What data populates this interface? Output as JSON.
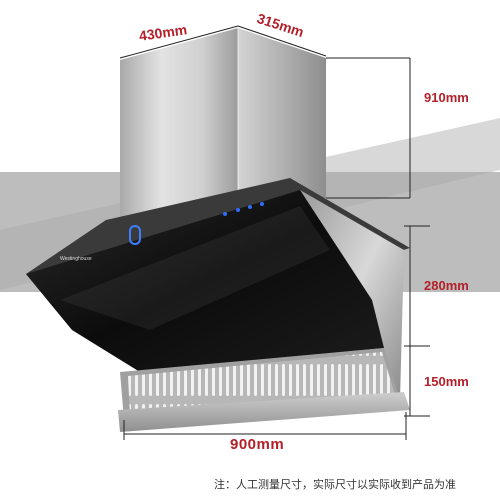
{
  "dimensions": {
    "chimney_width": "430mm",
    "chimney_depth": "315mm",
    "chimney_height": "910mm",
    "panel_height": "280mm",
    "base_height": "150mm",
    "total_width": "900mm"
  },
  "brand_mark": "Westinghouse",
  "footnote": "注：人工测量尺寸，实际尺寸以实际收到产品为准",
  "colors": {
    "dimension_text": "#b3202a",
    "wall_band": "#bdbdbd",
    "glass_panel": "#111111",
    "stainless": "#c9c9c9",
    "touch_light": "#2f6cff"
  },
  "icons": [
    "touch-control-light-icon",
    "power-button-icon"
  ]
}
